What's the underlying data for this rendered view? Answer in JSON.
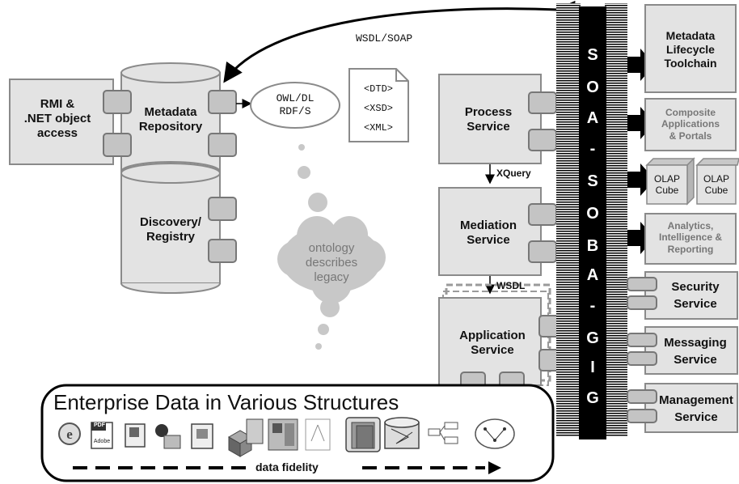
{
  "edge_labels": {
    "wsdl_soap": "WSDL/SOAP",
    "xquery": "XQuery",
    "wsdl": "WSDL"
  },
  "left": {
    "rmi_line1": "RMI &",
    "rmi_line2": ".NET object",
    "rmi_line3": "access",
    "metadata_line1": "Metadata",
    "metadata_line2": "Repository",
    "discovery_line1": "Discovery/",
    "discovery_line2": "Registry",
    "owl_line1": "OWL/DL",
    "owl_line2": "RDF/S",
    "doc_dtd": "<DTD>",
    "doc_xsd": "<XSD>",
    "doc_xml": "<XML>",
    "cloud_line1": "ontology",
    "cloud_line2": "describes",
    "cloud_line3": "legacy"
  },
  "middle": {
    "process_line1": "Process",
    "process_line2": "Service",
    "mediation_line1": "Mediation",
    "mediation_line2": "Service",
    "application_line1": "Application",
    "application_line2": "Service"
  },
  "bus_letters": [
    "S",
    "O",
    "A",
    "-",
    "S",
    "O",
    "B",
    "A",
    "-",
    "G",
    "I",
    "G"
  ],
  "right": {
    "toolchain_line1": "Metadata",
    "toolchain_line2": "Lifecycle",
    "toolchain_line3": "Toolchain",
    "composite_line1": "Composite",
    "composite_line2": "Applications",
    "composite_line3": "& Portals",
    "olap1_line1": "OLAP",
    "olap1_line2": "Cube",
    "olap2_line1": "OLAP",
    "olap2_line2": "Cube",
    "analytics_line1": "Analytics,",
    "analytics_line2": "Intelligence &",
    "analytics_line3": "Reporting",
    "security_line1": "Security",
    "security_line2": "Service",
    "messaging_line1": "Messaging",
    "messaging_line2": "Service",
    "management_line1": "Management",
    "management_line2": "Service"
  },
  "enterprise": {
    "title": "Enterprise Data in Various Structures",
    "fidelity": "data fidelity",
    "icon_pdf": "PDF",
    "icon_adobe": "Adobe"
  },
  "colors": {
    "box_fill": "#e3e3e3",
    "box_stroke": "#8a8a8a",
    "bus": "#000000",
    "text": "#111111"
  }
}
